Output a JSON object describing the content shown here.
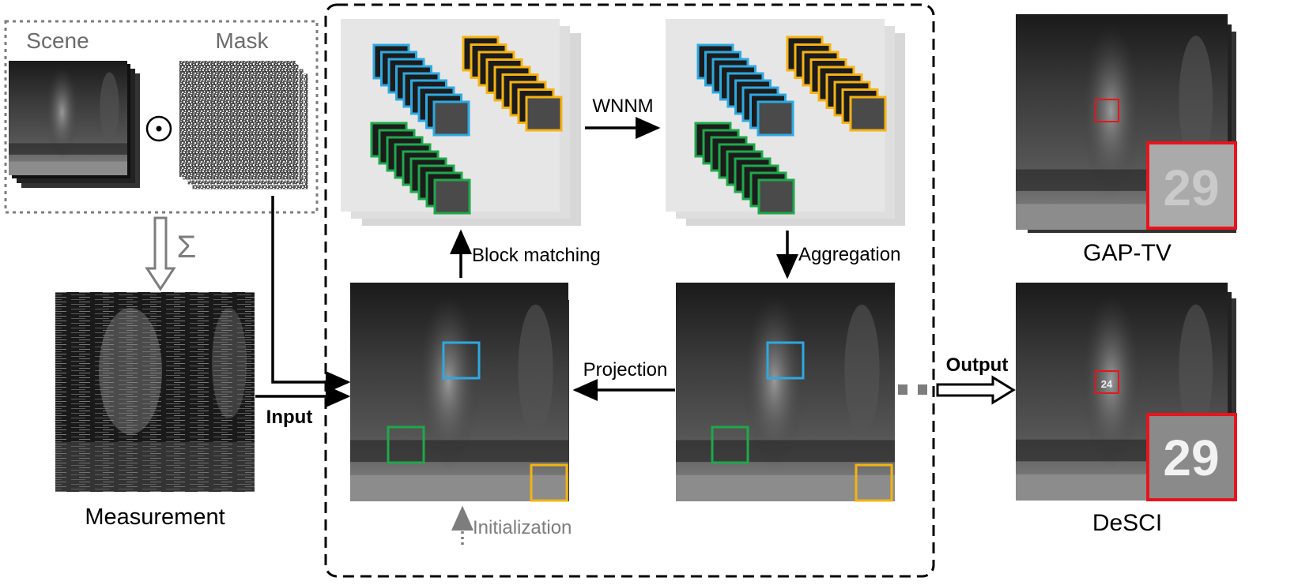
{
  "labels": {
    "scene": "Scene",
    "mask": "Mask",
    "odot": "⊙",
    "sum": "Σ",
    "measurement": "Measurement",
    "input": "Input",
    "block_matching": "Block matching",
    "wnnm": "WNNM",
    "aggregation": "Aggregation",
    "projection": "Projection",
    "initialization": "Initialization",
    "output": "Output",
    "gap_tv": "GAP-TV",
    "desci": "DeSCI",
    "jersey_number": "24",
    "zoom_number": "29"
  },
  "colors": {
    "blue_patch": "#2ea8e0",
    "yellow_patch": "#f5b312",
    "green_patch": "#1fa84a",
    "red_box": "#e8141c",
    "panel_gray": "#e0e0e0",
    "dashed_gray": "#7d7d7d"
  }
}
